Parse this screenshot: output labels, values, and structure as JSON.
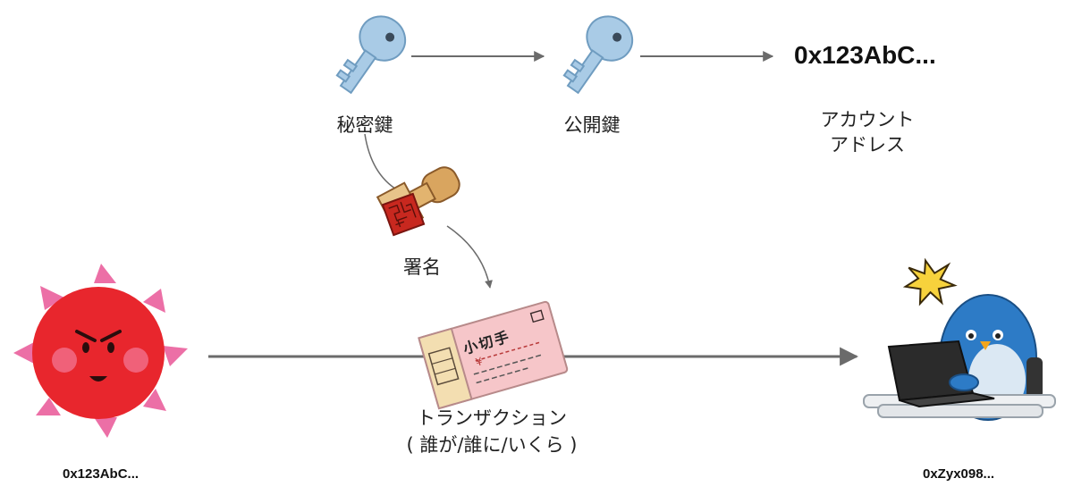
{
  "keys": {
    "private_key_label": "秘密鍵",
    "public_key_label": "公開鍵",
    "account_address_value": "0x123AbC...",
    "account_address_label_line1": "アカウント",
    "account_address_label_line2": "アドレス"
  },
  "signature": {
    "label": "署名"
  },
  "transaction": {
    "label_line1": "トランザクション",
    "label_line2": "( 誰が/誰に/いくら )",
    "check_title": "小切手",
    "check_yen": "¥"
  },
  "sender": {
    "address": "0x123AbC..."
  },
  "receiver": {
    "address": "0xZyx098..."
  },
  "colors": {
    "key": "#a9cbe6",
    "arrow": "#6b6b6b",
    "sun": "#e8262d",
    "sun_rays": "#ec6fa6",
    "check": "#f6c6c9",
    "penguin": "#2d7bc6",
    "alert": "#f7d23c"
  }
}
